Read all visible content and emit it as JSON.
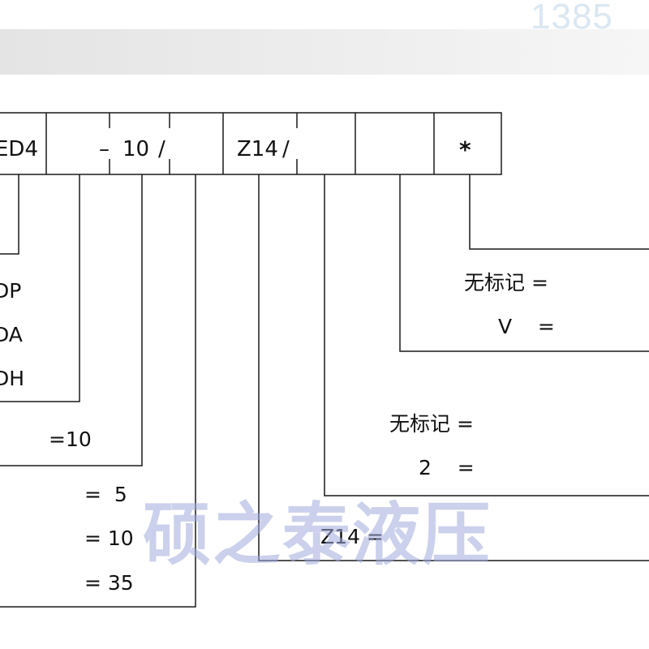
{
  "header": {
    "partial_number": "1385"
  },
  "code_row": {
    "cell1": "ED4",
    "cell2_dash": "–",
    "cell2_value": "10",
    "slash": "∕",
    "cell3": "Z14",
    "cell6": "*"
  },
  "options": {
    "seal": {
      "unmarked": "无标记 =",
      "v": "V    ="
    },
    "series": {
      "unmarked": "无标记 =",
      "two": "2    ="
    },
    "electrical": {
      "z14": "Z14 ="
    },
    "spool_partial": [
      "DP",
      "DA",
      "DH"
    ],
    "size": "=10",
    "pressure": [
      "=  5",
      "= 10",
      "= 35"
    ]
  },
  "watermark": "硕之泰液压"
}
